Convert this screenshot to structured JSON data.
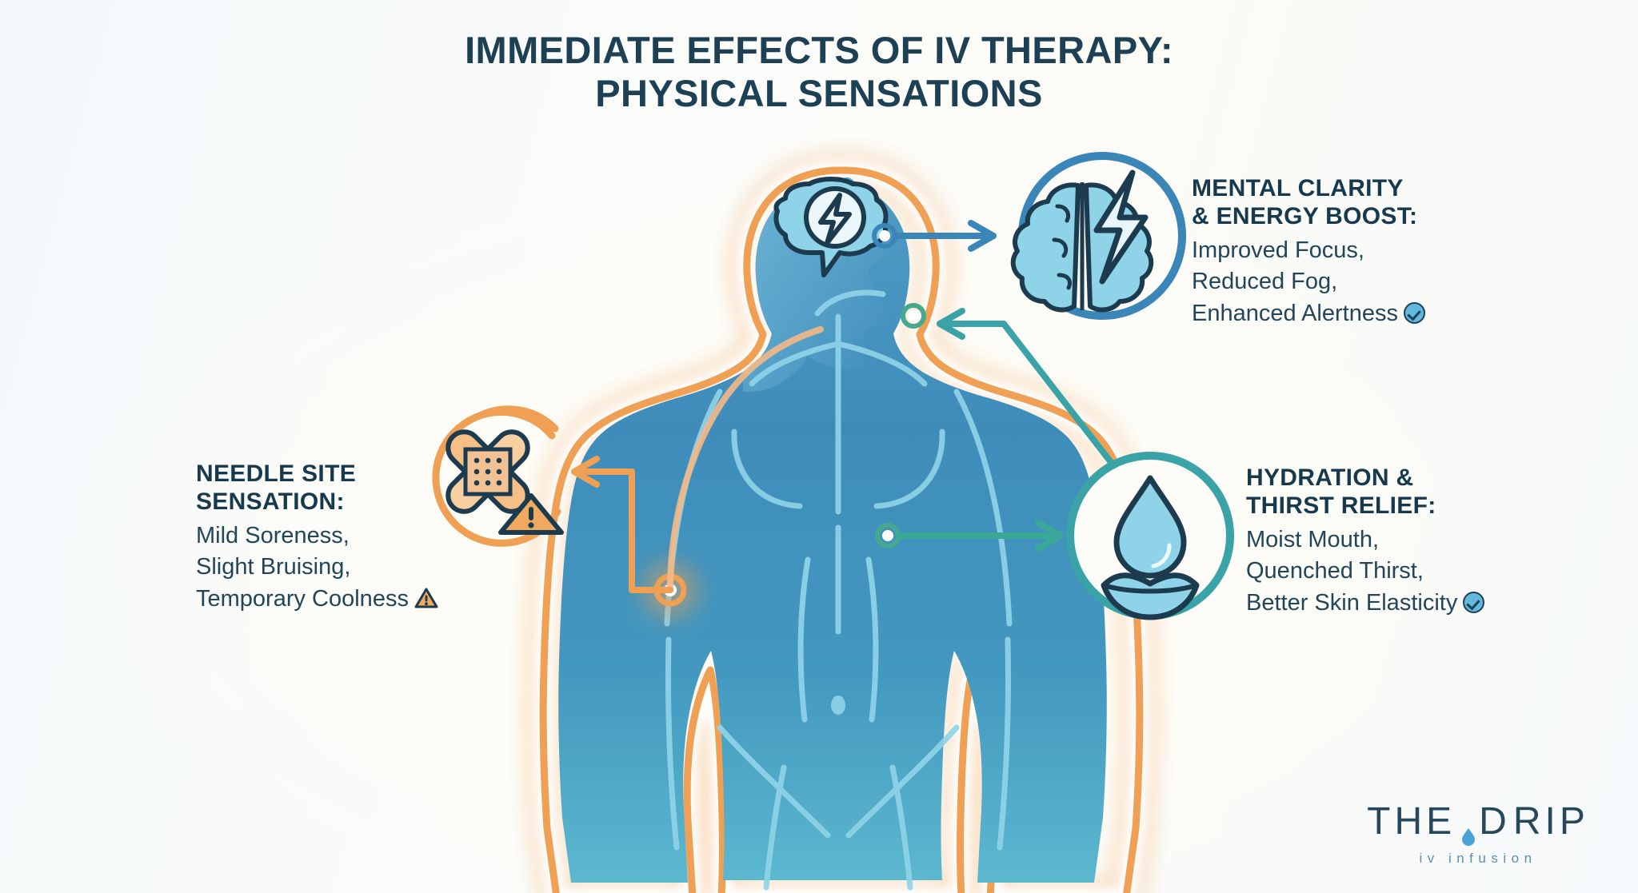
{
  "title": {
    "line1": "Immediate Effects of IV Therapy:",
    "line2": "Physical Sensations"
  },
  "colors": {
    "heading_navy": "#17394d",
    "body_navy": "#22455a",
    "orange": "#f0a054",
    "blue_circle": "#3a86b8",
    "teal": "#3aa3a8",
    "green": "#45a890",
    "body_blue": "#3f8fbe",
    "vein_light": "#8fd3e8",
    "background": "#fbfcf8",
    "check_badge": "#63b9dd",
    "warn_badge": "#f0a95e"
  },
  "callouts": [
    {
      "id": "mental",
      "heading_lines": [
        "Mental Clarity",
        "& Energy Boost:"
      ],
      "body_lines": [
        "Improved Focus,",
        "Reduced Fog,",
        "Enhanced Alertness"
      ],
      "badge": "check-icon",
      "icon": "brain-lightning-icon"
    },
    {
      "id": "needle",
      "heading_lines": [
        "Needle Site",
        "Sensation:"
      ],
      "body_lines": [
        "Mild Soreness,",
        "Slight Bruising,",
        "Temporary Coolness"
      ],
      "badge": "warning-icon",
      "icon": "bandage-cross-icon"
    },
    {
      "id": "hydration",
      "heading_lines": [
        "Hydration &",
        "Thirst Relief:"
      ],
      "body_lines": [
        "Moist Mouth,",
        "Quenched Thirst,",
        "Better Skin Elasticity"
      ],
      "badge": "check-icon",
      "icon": "water-drop-lips-icon"
    }
  ],
  "logo": {
    "word_the": "THE",
    "word_drip_pre": "D",
    "word_drip_post": "RIP",
    "tagline": "iv infusion"
  }
}
